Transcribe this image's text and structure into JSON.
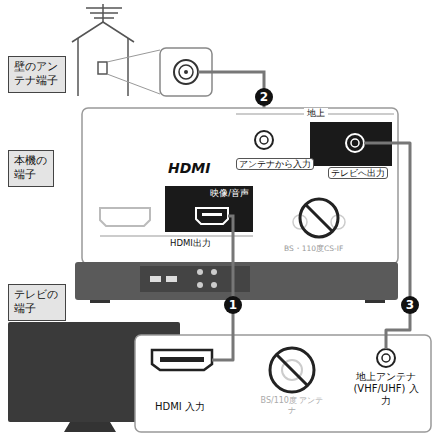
{
  "diagram": {
    "nodes": [
      {
        "text": [
          "壁のアンテナ端子"
        ]
      },
      {
        "text": [
          "本機の端子"
        ]
      },
      {
        "text": [
          "テレビの端子"
        ]
      },
      {
        "text": [
          "映像/音声"
        ]
      },
      {
        "text": [
          "地上",
          "アンテナから入力",
          "テレビへ出力"
        ]
      },
      {
        "text": [
          "HDMI 入力"
        ]
      },
      {
        "text": [
          "地上アンテナ (VHF/UHF) 入力"
        ]
      }
    ],
    "edges": [
      {
        "from": 3,
        "to": 5,
        "arrow": "none"
      },
      {
        "from": 4,
        "to": 6,
        "arrow": "none"
      }
    ],
    "labels": [
      "2",
      "HDMI",
      "HDMI出力",
      "BS・110度CS-IF",
      "1",
      "3",
      "BS/110度 アンテナ"
    ]
  }
}
